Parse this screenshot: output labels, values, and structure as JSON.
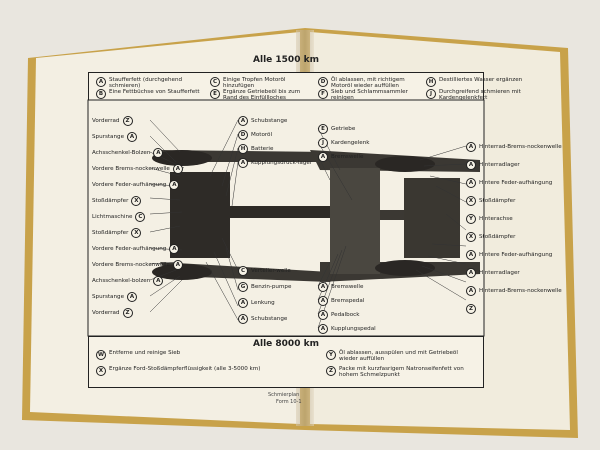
{
  "header_title": "Alle 1500 km",
  "header_items": [
    {
      "letter": "A",
      "text": "Staufferfett (durchgehend schmieren)"
    },
    {
      "letter": "B",
      "text": "Eine Fettbüchse von Staufferfett"
    },
    {
      "letter": "C",
      "text": "Einige Tropfen Motoröl hinzufügen"
    },
    {
      "letter": "E",
      "text": "Ergänze Getriebeöl bis zum Rand des Einfüllloches"
    },
    {
      "letter": "D",
      "text": "Öl ablassen, mit richtigem Motoröl wieder auffüllen"
    },
    {
      "letter": "F",
      "text": "Sieb und Schlammsammler reinigen"
    },
    {
      "letter": "H",
      "text": "Destilliertes Wasser ergänzen"
    },
    {
      "letter": "J",
      "text": "Durchgreifend schmieren mit Kardengelenkfett"
    }
  ],
  "left_labels": [
    {
      "text": "Vorderrad",
      "letter": "Z"
    },
    {
      "text": "Spurstange",
      "letter": "A"
    },
    {
      "text": "Achsschenkel-Bolzen",
      "letter": "A"
    },
    {
      "text": "Vordere Brems-nockenwelle",
      "letter": "A"
    },
    {
      "text": "Vordere Feder-aufhängung",
      "letter": "A"
    },
    {
      "text": "Stoßdämpfer",
      "letter": "X"
    },
    {
      "text": "Lichtmaschine",
      "letter": "C"
    },
    {
      "text": "Stoßdämpfer",
      "letter": "X"
    },
    {
      "text": "Vordere Feder-aufhängung",
      "letter": "A"
    },
    {
      "text": "Vordere Brems-nockenwelle",
      "letter": "A"
    },
    {
      "text": "Achsschenkel-bolzen",
      "letter": "A"
    },
    {
      "text": "Spurstange",
      "letter": "A"
    },
    {
      "text": "Vorderrad",
      "letter": "Z"
    }
  ],
  "center_labels_top": [
    {
      "letter": "A",
      "text": "Schubstange"
    },
    {
      "letter": "D",
      "text": "Motoröl"
    },
    {
      "letter": "H",
      "text": "Batterie"
    },
    {
      "letter": "A",
      "text": "Kupplungsdruck-lager"
    }
  ],
  "center_labels_bottom": [
    {
      "letter": "C",
      "text": "Verteiler-welle"
    },
    {
      "letter": "G",
      "text": "Benzin-pumpe"
    },
    {
      "letter": "A",
      "text": "Lenkung"
    },
    {
      "letter": "A",
      "text": "Schubstange"
    }
  ],
  "mid_labels_top": [
    {
      "letter": "E",
      "text": "Getriebe"
    },
    {
      "letter": "J",
      "text": "Kardengelenk"
    },
    {
      "letter": "A",
      "text": "Bremswelle"
    }
  ],
  "mid_labels_bottom": [
    {
      "letter": "A",
      "text": "Bremswelle"
    },
    {
      "letter": "A",
      "text": "Bremspedal"
    },
    {
      "letter": "A",
      "text": "Pedalbock"
    },
    {
      "letter": "A",
      "text": "Kupplungspedal"
    }
  ],
  "right_labels": [
    {
      "letter": "A",
      "text": "Hinterrad-Brems-nockenwelle"
    },
    {
      "letter": "A",
      "text": "Hinterradlager"
    },
    {
      "letter": "A",
      "text": "Hintere Feder-aufhängung"
    },
    {
      "letter": "X",
      "text": "Stoßdämpfer"
    },
    {
      "letter": "Y",
      "text": "Hinterachse"
    },
    {
      "letter": "X",
      "text": "Stoßdämpfer"
    },
    {
      "letter": "A",
      "text": "Hintere Feder-aufhängung"
    },
    {
      "letter": "A",
      "text": "Hinterradlager"
    },
    {
      "letter": "A",
      "text": "Hinterrad-Brems-nockenwelle"
    },
    {
      "letter": "Z",
      "text": ""
    }
  ],
  "footer_title": "Alle 8000 km",
  "footer_items": [
    {
      "letter": "W",
      "text": "Entferne und reinige Sieb"
    },
    {
      "letter": "X",
      "text": "Ergänze Ford-Stoßdämpferflüssigkeit (alle 3-5000 km)"
    },
    {
      "letter": "Y",
      "text": "Öl ablassen, ausspülen und mit Getriebeöl wieder auffüllen"
    },
    {
      "letter": "Z",
      "text": "Packe mit kurzfasrigem Natronseifenfett von hohem Schmelzpunkt"
    }
  ],
  "page_footer": {
    "line1": "Schmierplan",
    "line2": "Form 10-1"
  }
}
